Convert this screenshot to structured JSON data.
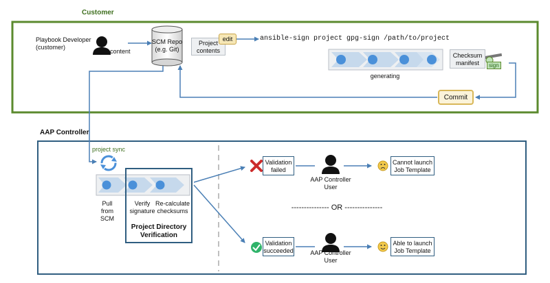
{
  "customer": {
    "title": "Customer",
    "developer": {
      "line1": "Playbook Developer",
      "line2": "(customer)"
    },
    "content_label": "content",
    "scm_repo": {
      "line1": "SCM Repo",
      "line2": "(e.g. Git)"
    },
    "project_contents": {
      "line1": "Project",
      "line2": "contents"
    },
    "edit_label": "edit",
    "command": "ansible-sign project gpg-sign /path/to/project",
    "generating_label": "generating",
    "checksum_manifest": {
      "line1": "Checksum",
      "line2": "manifest"
    },
    "sign_label": "sign",
    "commit_label": "Commit"
  },
  "aap": {
    "title": "AAP Controller",
    "project_sync": "project sync",
    "steps": {
      "pull": {
        "line1": "Pull",
        "line2": "from",
        "line3": "SCM"
      },
      "verify": {
        "line1": "Verify",
        "line2": "signature"
      },
      "recalc": {
        "line1": "Re-calculate",
        "line2": "checksums"
      }
    },
    "verification": {
      "line1": "Project Directory",
      "line2": "Verification"
    },
    "or_divider": "--------------- OR ---------------",
    "failed": {
      "result": {
        "line1": "Validation",
        "line2": "failed"
      },
      "user": {
        "line1": "AAP Controller",
        "line2": "User"
      },
      "outcome": {
        "line1": "Cannot launch",
        "line2": "Job Template"
      }
    },
    "succeeded": {
      "result": {
        "line1": "Validation",
        "line2": "succeeded"
      },
      "user": {
        "line1": "AAP Controller",
        "line2": "User"
      },
      "outcome": {
        "line1": "Able to launch",
        "line2": "Job Template"
      }
    }
  },
  "colors": {
    "customer_frame": "#5b8a2e",
    "aap_frame": "#2f5d80",
    "arrow": "#4a7fb5",
    "step_dot": "#4a90d9",
    "fail_icon": "#cc2b2b",
    "success_icon": "#2fb36a",
    "face_icon": "#f2c94c"
  }
}
